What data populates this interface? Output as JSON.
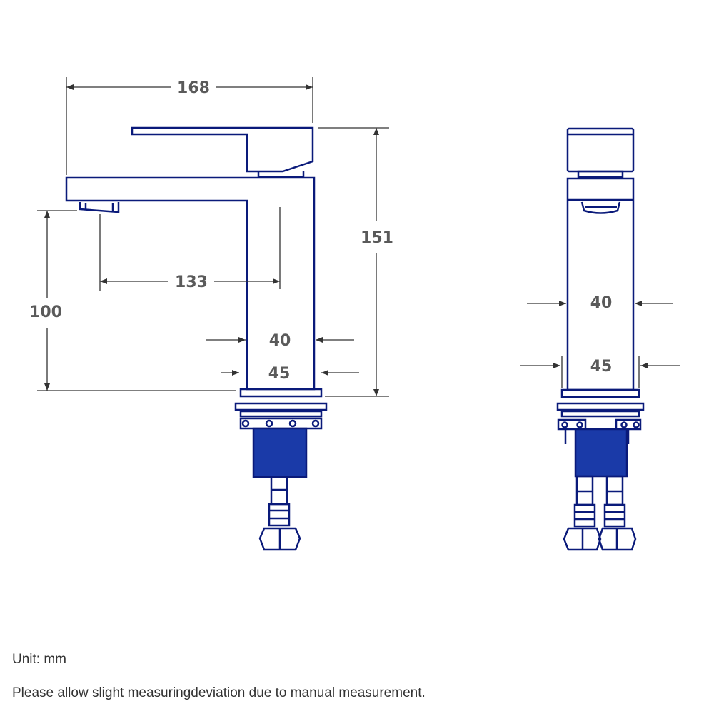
{
  "colors": {
    "outline": "#0a1a7a",
    "fill": "#1a3aa8",
    "dimension": "#333333",
    "dimension_text": "#5a5a5a"
  },
  "dimensions": {
    "overall_width": "168",
    "overall_height": "151",
    "spout_reach": "133",
    "spout_height": "100",
    "front_body_width": "40",
    "front_base_width": "45",
    "side_body_width": "40",
    "side_base_width": "45"
  },
  "notes": {
    "unit": "Unit: mm",
    "deviation": "Please allow slight measuringdeviation due to manual measurement."
  }
}
